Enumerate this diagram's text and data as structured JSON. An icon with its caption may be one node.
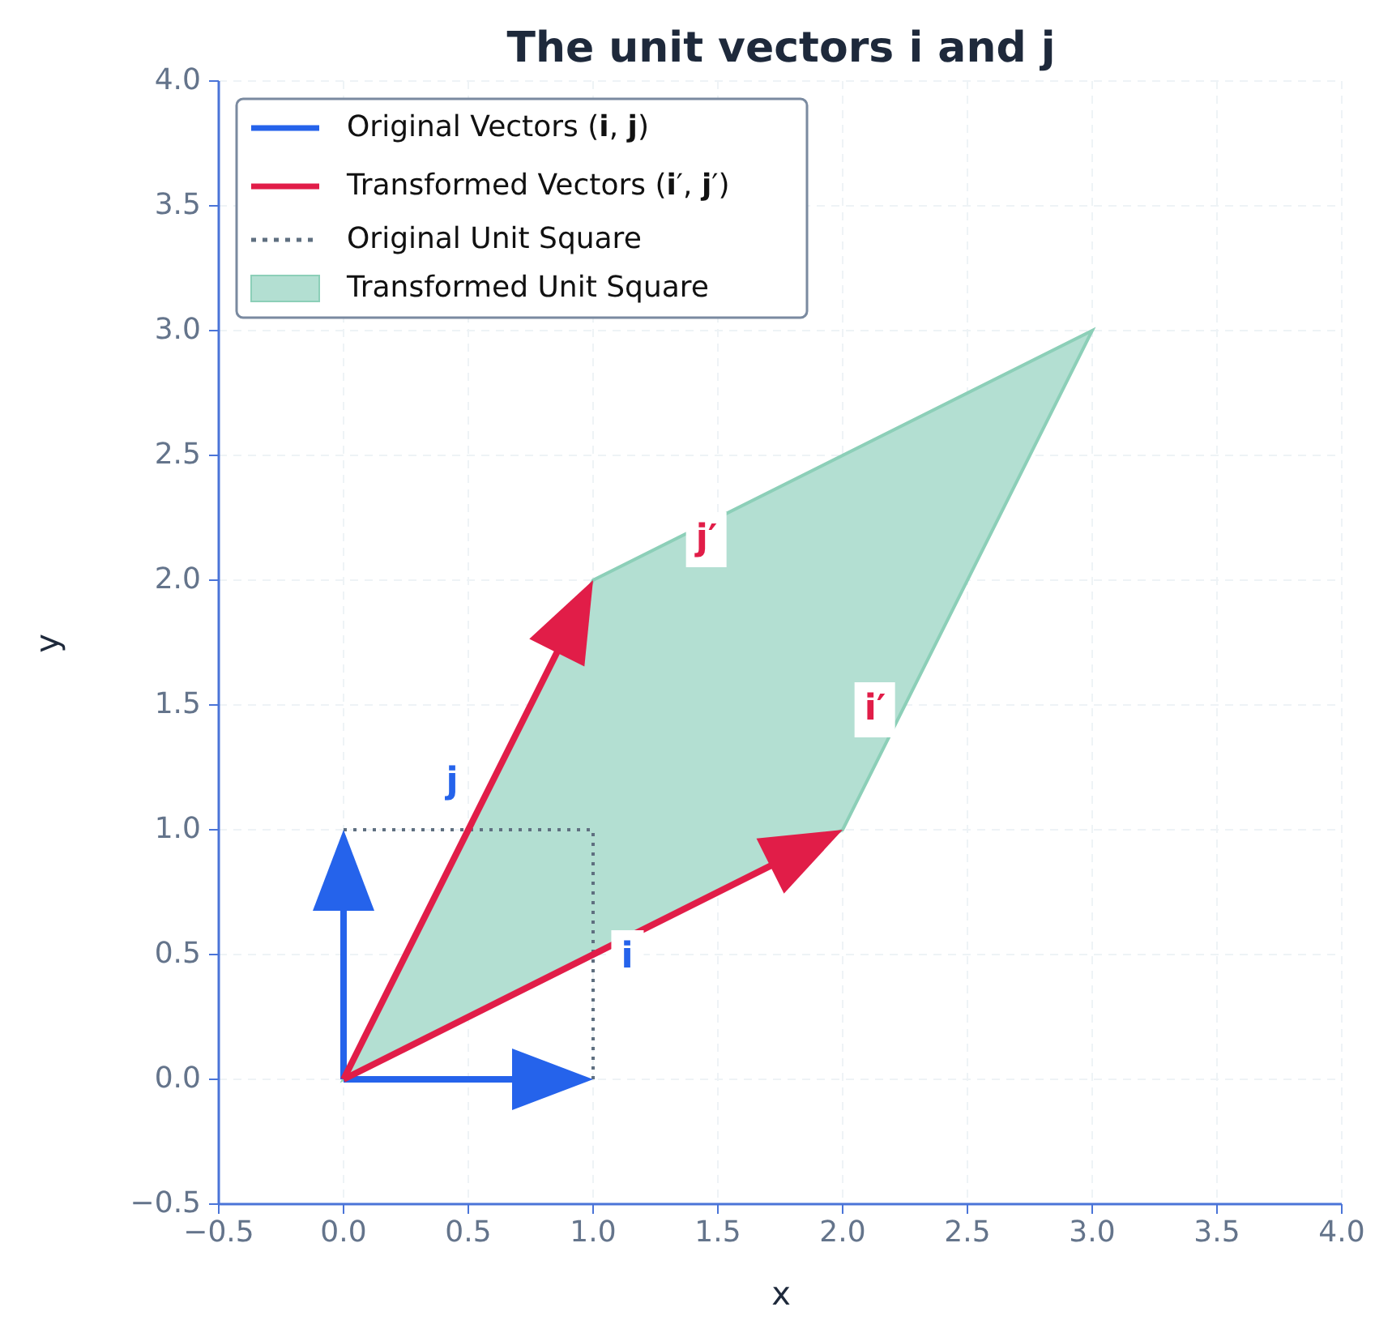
{
  "diagram": {
    "title": "The unit vectors i and j",
    "labels": [
      "4.0",
      "3.5",
      "3.0",
      "2.5",
      "2.0",
      "1.5",
      "1.0",
      "0.5",
      "0.0",
      "−0.5",
      "j′",
      "i′",
      "j",
      "i",
      "−0.5",
      "0.0",
      "0.5",
      "1.0",
      "1.5",
      "2.0",
      "2.5",
      "3.0",
      "3.5",
      "4.0",
      "x",
      "y"
    ],
    "legend": [
      {
        "text": "Original Vectors (**i**, **j**)"
      },
      {
        "text": "Transformed Vectors (**i**′, **j**′)"
      },
      {
        "text": "Original Unit Square"
      },
      {
        "text": "Transformed Unit Square",
        "color": "#b3dfd2"
      }
    ]
  }
}
